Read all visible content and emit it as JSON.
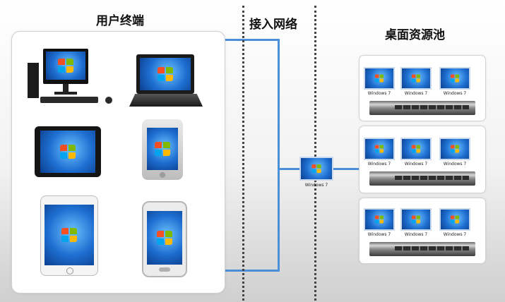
{
  "sections": {
    "user_terminals": "用户终端",
    "access_network": "接入网络",
    "desktop_pool": "桌面资源池"
  },
  "devices": [
    "desktop-pc",
    "laptop",
    "tablet-landscape",
    "iphone",
    "ipad",
    "android-phone"
  ],
  "access_vm": {
    "label": "Windows 7"
  },
  "pool": [
    {
      "vms": [
        "Windows 7",
        "Windows 7",
        "Windows 7"
      ]
    },
    {
      "vms": [
        "Windows 7",
        "Windows 7",
        "Windows 7"
      ]
    },
    {
      "vms": [
        "Windows 7",
        "Windows 7",
        "Windows 7"
      ]
    }
  ],
  "colors": {
    "link": "#4a90d8",
    "desktop_blue": "#1e6fd1"
  },
  "icons": [
    "windows-logo-icon",
    "server-rack-icon"
  ]
}
